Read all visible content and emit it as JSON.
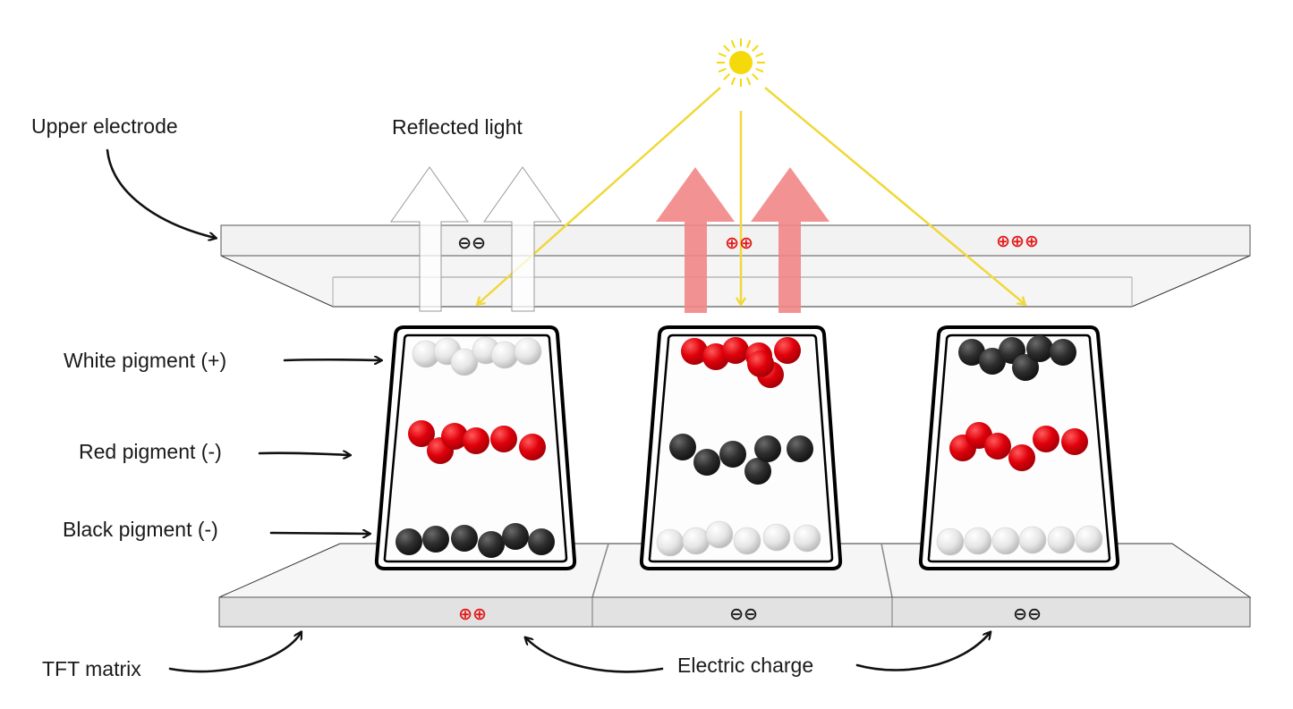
{
  "labels": {
    "upper_electrode": "Upper electrode",
    "reflected_light": "Reflected light",
    "white_pigment": "White pigment (+)",
    "red_pigment": "Red pigment (-)",
    "black_pigment": "Black pigment (-)",
    "tft_matrix": "TFT matrix",
    "electric_charge": "Electric charge"
  },
  "upper_charges": [
    "⊖⊖",
    "⊕⊕",
    "⊕⊕⊕"
  ],
  "lower_charges": [
    "⊕⊕",
    "⊖⊖",
    "⊖⊖"
  ],
  "colors": {
    "white_pigment": "#e6e6e6",
    "red_pigment": "#e0000b",
    "black_pigment": "#2e2e2e",
    "positive_charge": "#e21b1b",
    "negative_charge": "#1a1a1a",
    "sun": "#f5d90a",
    "light_ray": "#f0d83a",
    "red_reflection": "#f28686",
    "electrode_fill": "#f4f4f4",
    "tft_fill": "#e2e2e2"
  },
  "cells": [
    {
      "top": "white",
      "middle": "red",
      "bottom": "black",
      "reflection": "white"
    },
    {
      "top": "red",
      "middle": "black",
      "bottom": "white",
      "reflection": "red"
    },
    {
      "top": "black",
      "middle": "red",
      "bottom": "white",
      "reflection": "none"
    }
  ]
}
